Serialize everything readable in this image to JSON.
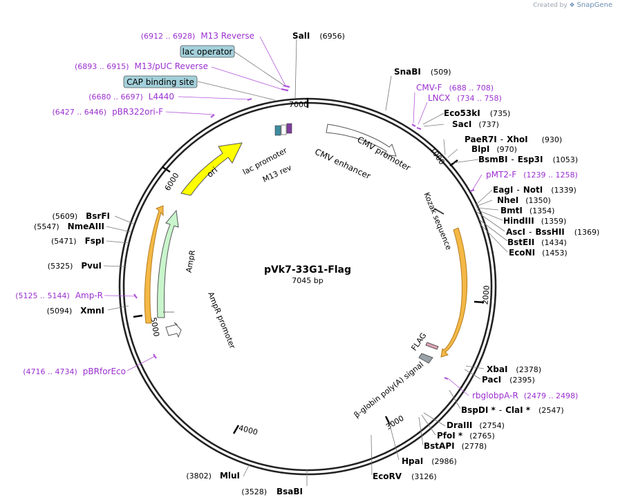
{
  "watermark": {
    "created_by": "Created by",
    "brand": "SnapGene"
  },
  "plasmid": {
    "name": "pVk7-33G1-Flag",
    "size": "7045 bp"
  },
  "colors": {
    "enzyme": "#000000",
    "primer": "#9b30d0",
    "feature_box": "#a3d0da",
    "ori": "#ffff00",
    "ampr": "#c9f5cc",
    "orf": "#e8a33a",
    "white_arrow": "#ffffff",
    "flag": "#e2a2b4",
    "polyA": "#9aa2a8"
  },
  "ticks": [
    "1000",
    "2000",
    "3000",
    "4000",
    "5000",
    "6000",
    "7000"
  ],
  "enzymes": [
    {
      "name": "SalI",
      "pos": "(6956)"
    },
    {
      "name": "SnaBI",
      "pos": "(509)"
    },
    {
      "name": "Eco53kI",
      "pos": "(735)"
    },
    {
      "name": "SacI",
      "pos": "(737)"
    },
    {
      "name": "PaeR7I",
      "sep": "-",
      "name2": "XhoI",
      "pos": "(930)"
    },
    {
      "name": "BlpI",
      "pos": "(970)"
    },
    {
      "name": "BsmBI",
      "sep": "-",
      "name2": "Esp3I",
      "pos": "(1053)"
    },
    {
      "name": "EagI",
      "sep": "-",
      "name2": "NotI",
      "pos": "(1339)"
    },
    {
      "name": "NheI",
      "pos": "(1350)"
    },
    {
      "name": "BmtI",
      "pos": "(1354)"
    },
    {
      "name": "HindIII",
      "pos": "(1359)"
    },
    {
      "name": "AscI",
      "sep": "-",
      "name2": "BssHII",
      "pos": "(1369)"
    },
    {
      "name": "BstEII",
      "pos": "(1434)"
    },
    {
      "name": "EcoNI",
      "pos": "(1453)"
    },
    {
      "name": "XbaI",
      "pos": "(2378)"
    },
    {
      "name": "PacI",
      "pos": "(2395)"
    },
    {
      "name": "BspDI *",
      "sep": "-",
      "name2": "ClaI *",
      "pos": "(2547)"
    },
    {
      "name": "DraIII",
      "pos": "(2754)"
    },
    {
      "name": "PfoI *",
      "pos": "(2765)"
    },
    {
      "name": "BstAPI",
      "pos": "(2778)"
    },
    {
      "name": "HpaI",
      "pos": "(2986)"
    },
    {
      "name": "EcoRV",
      "pos": "(3126)"
    },
    {
      "name": "BsaBI",
      "pos": "(3528)"
    },
    {
      "name": "MluI",
      "pos": "(3802)"
    },
    {
      "name": "XmnI",
      "pos": "(5094)"
    },
    {
      "name": "PvuI",
      "pos": "(5325)"
    },
    {
      "name": "FspI",
      "pos": "(5471)"
    },
    {
      "name": "NmeAIII",
      "pos": "(5547)"
    },
    {
      "name": "BsrFI",
      "pos": "(5609)"
    }
  ],
  "primers": [
    {
      "range": "(6912 .. 6928)",
      "name": "M13 Reverse"
    },
    {
      "range": "(6893 .. 6915)",
      "name": "M13/pUC Reverse"
    },
    {
      "range": "(6680 .. 6697)",
      "name": "L4440"
    },
    {
      "range": "(6427 .. 6446)",
      "name": "pBR322ori-F"
    },
    {
      "name": "CMV-F",
      "range": "(688 .. 708)"
    },
    {
      "name": "LNCX",
      "range": "(734 .. 758)"
    },
    {
      "name": "pMT2-F",
      "range": "(1239 .. 1258)"
    },
    {
      "name": "rbglobpA-R",
      "range": "(2479 .. 2498)"
    },
    {
      "range": "(5125 .. 5144)",
      "name": "Amp-R"
    },
    {
      "range": "(4716 .. 4734)",
      "name": "pBRforEco"
    }
  ],
  "boxed_features": [
    {
      "label": "lac operator"
    },
    {
      "label": "CAP binding site"
    }
  ],
  "features": {
    "ori": "ori",
    "lac_promoter": "lac promoter",
    "m13_rev": "M13 rev",
    "cmv_enhancer": "CMV enhancer",
    "cmv_promoter": "CMV promoter",
    "kozak": "Kozak sequence",
    "flag": "FLAG",
    "polyA": "β-globin poly(A) signal",
    "ampr": "AmpR",
    "ampr_promoter": "AmpR promoter"
  }
}
